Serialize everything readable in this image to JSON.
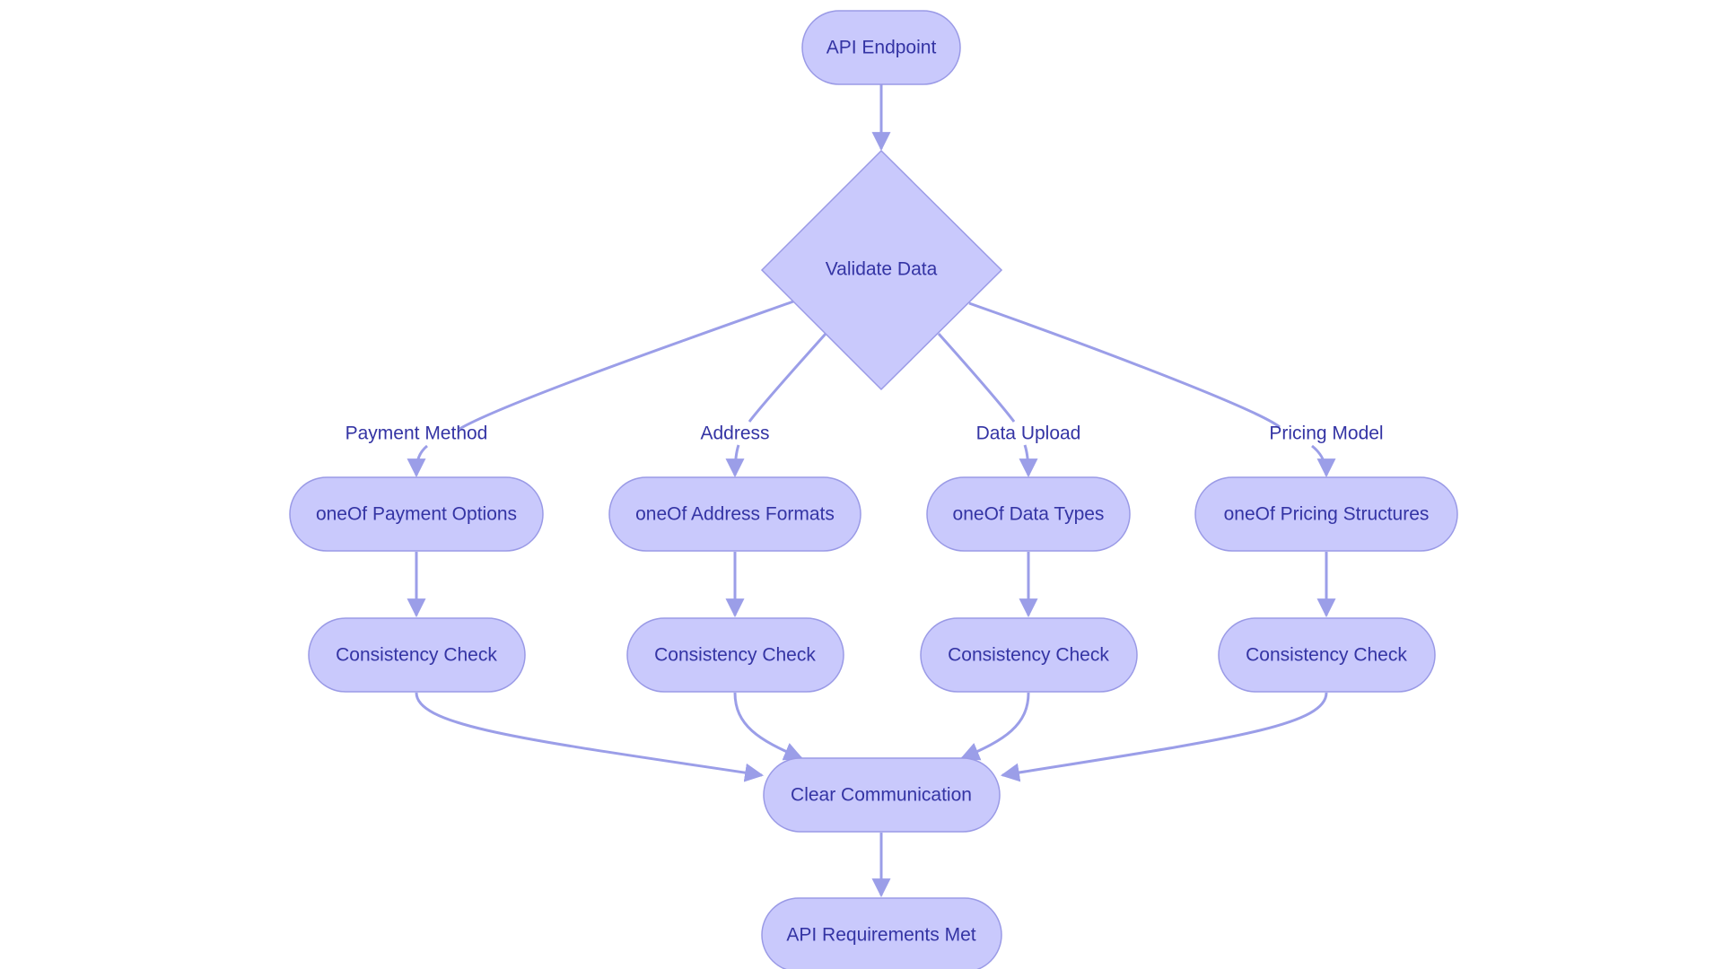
{
  "diagram": {
    "colors": {
      "node_fill": "#c9c9fc",
      "node_stroke": "#9a9ae6",
      "edge": "#9b9ee8",
      "text": "#3434a4",
      "background": "#ffffff"
    },
    "nodes": {
      "api_endpoint": "API Endpoint",
      "validate_data": "Validate Data",
      "oneof_payment": "oneOf Payment Options",
      "oneof_address": "oneOf Address Formats",
      "oneof_data": "oneOf Data Types",
      "oneof_pricing": "oneOf Pricing Structures",
      "check_payment": "Consistency Check",
      "check_address": "Consistency Check",
      "check_data": "Consistency Check",
      "check_pricing": "Consistency Check",
      "clear_communication": "Clear Communication",
      "requirements_met": "API Requirements Met"
    },
    "edge_labels": {
      "payment_method": "Payment Method",
      "address": "Address",
      "data_upload": "Data Upload",
      "pricing_model": "Pricing Model"
    }
  }
}
